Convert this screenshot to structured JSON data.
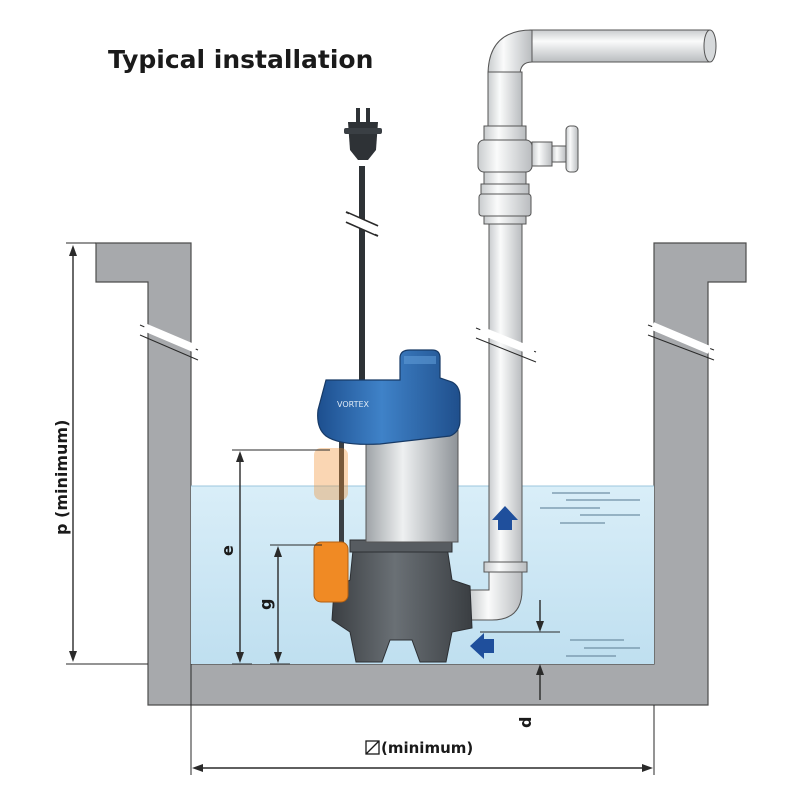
{
  "title": "Typical installation",
  "labels": {
    "p": "p (minimum)",
    "e": "e",
    "g": "g",
    "d": "d",
    "width": "(minimum)",
    "pump_brand": "VORTEX"
  },
  "icons": {
    "diameter": "diameter-symbol-icon"
  },
  "colors": {
    "wall": "#a7a9ac",
    "water": "#cde7f4",
    "pump_cap": "#2f6db3",
    "pump_base": "#4e5358",
    "float_switch": "#f08a24",
    "pipe": "#eef0f1",
    "flow_arrow": "#1f4f9c"
  }
}
